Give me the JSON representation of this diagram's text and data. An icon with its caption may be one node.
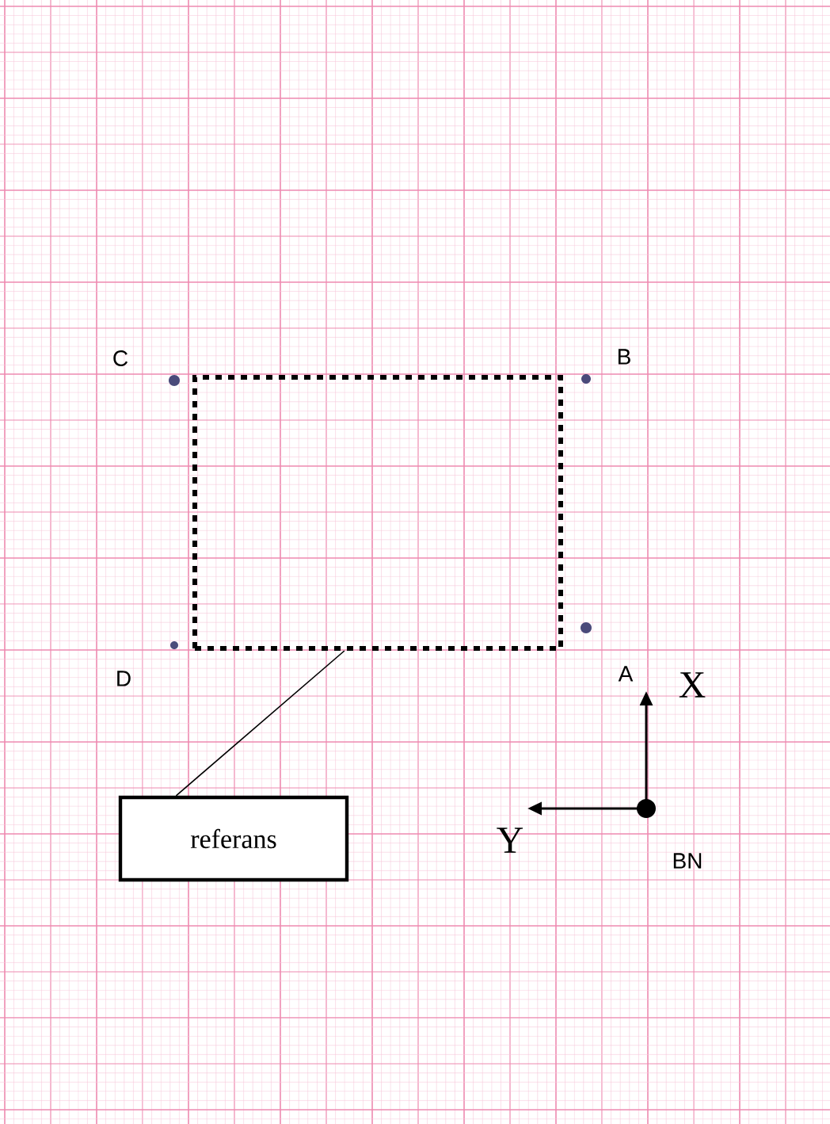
{
  "diagram": {
    "nodes": [
      {
        "text": [
          "referans"
        ]
      },
      {
        "text": [],
        "shape": "box"
      }
    ],
    "edges": [
      {
        "from": 0,
        "to": 1,
        "arrow": "none"
      }
    ],
    "labels": [
      "C",
      "B",
      "D",
      "A",
      "X",
      "Y",
      "BN"
    ]
  }
}
